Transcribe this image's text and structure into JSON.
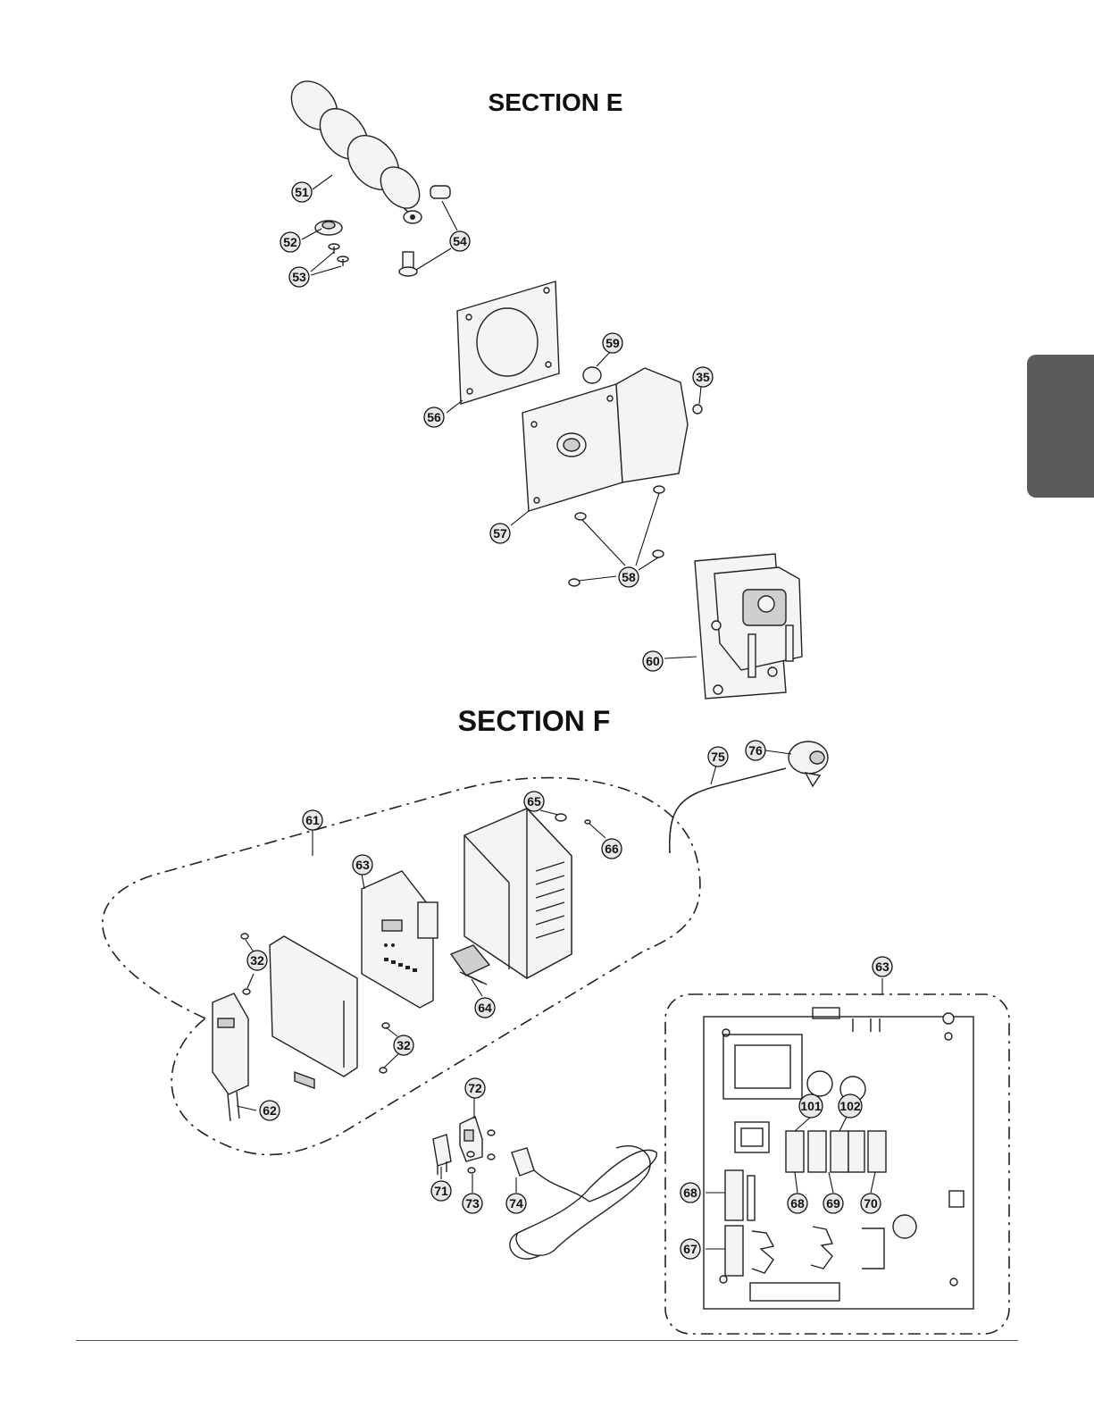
{
  "sections": {
    "e": {
      "title": "SECTION E"
    },
    "f": {
      "title": "SECTION F"
    }
  },
  "callouts": [
    {
      "id": "c51",
      "label": "51"
    },
    {
      "id": "c52",
      "label": "52"
    },
    {
      "id": "c53",
      "label": "53"
    },
    {
      "id": "c54",
      "label": "54"
    },
    {
      "id": "c59",
      "label": "59"
    },
    {
      "id": "c35",
      "label": "35"
    },
    {
      "id": "c56",
      "label": "56"
    },
    {
      "id": "c57",
      "label": "57"
    },
    {
      "id": "c58",
      "label": "58"
    },
    {
      "id": "c60",
      "label": "60"
    },
    {
      "id": "c75",
      "label": "75"
    },
    {
      "id": "c76",
      "label": "76"
    },
    {
      "id": "c61",
      "label": "61"
    },
    {
      "id": "c65",
      "label": "65"
    },
    {
      "id": "c66",
      "label": "66"
    },
    {
      "id": "c63a",
      "label": "63"
    },
    {
      "id": "c32a",
      "label": "32"
    },
    {
      "id": "c64",
      "label": "64"
    },
    {
      "id": "c32b",
      "label": "32"
    },
    {
      "id": "c62",
      "label": "62"
    },
    {
      "id": "c72",
      "label": "72"
    },
    {
      "id": "c71",
      "label": "71"
    },
    {
      "id": "c73",
      "label": "73"
    },
    {
      "id": "c74",
      "label": "74"
    },
    {
      "id": "c63b",
      "label": "63"
    },
    {
      "id": "c101",
      "label": "101"
    },
    {
      "id": "c102",
      "label": "102"
    },
    {
      "id": "c68a",
      "label": "68"
    },
    {
      "id": "c68b",
      "label": "68"
    },
    {
      "id": "c69",
      "label": "69"
    },
    {
      "id": "c70",
      "label": "70"
    },
    {
      "id": "c67",
      "label": "67"
    }
  ]
}
